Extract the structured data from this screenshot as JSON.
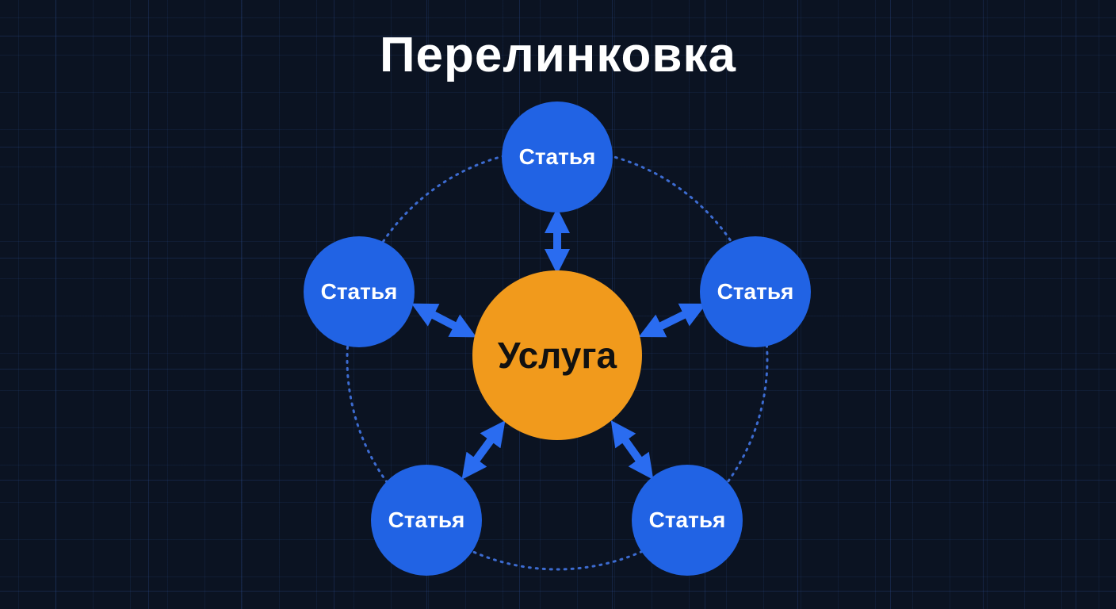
{
  "title": "Перелинковка",
  "colors": {
    "background": "#0b1322",
    "grid": "#1d2f55",
    "article": "#2163e4",
    "service": "#f19a1c",
    "arrow": "#2a6cf0",
    "ring": "#3c6bd0"
  },
  "diagram": {
    "center": {
      "label": "Услуга"
    },
    "articles": [
      {
        "position": "top",
        "label": "Статья"
      },
      {
        "position": "left",
        "label": "Статья"
      },
      {
        "position": "right",
        "label": "Статья"
      },
      {
        "position": "bottom-left",
        "label": "Статья"
      },
      {
        "position": "bottom-right",
        "label": "Статья"
      }
    ],
    "connections": [
      {
        "from": "Услуга",
        "to": "Статья (top)",
        "type": "bidirectional"
      },
      {
        "from": "Услуга",
        "to": "Статья (left)",
        "type": "bidirectional"
      },
      {
        "from": "Услуга",
        "to": "Статья (right)",
        "type": "bidirectional"
      },
      {
        "from": "Услуга",
        "to": "Статья (bottom-left)",
        "type": "bidirectional"
      },
      {
        "from": "Услуга",
        "to": "Статья (bottom-right)",
        "type": "bidirectional"
      }
    ],
    "ring": "dotted circle connecting all articles"
  }
}
